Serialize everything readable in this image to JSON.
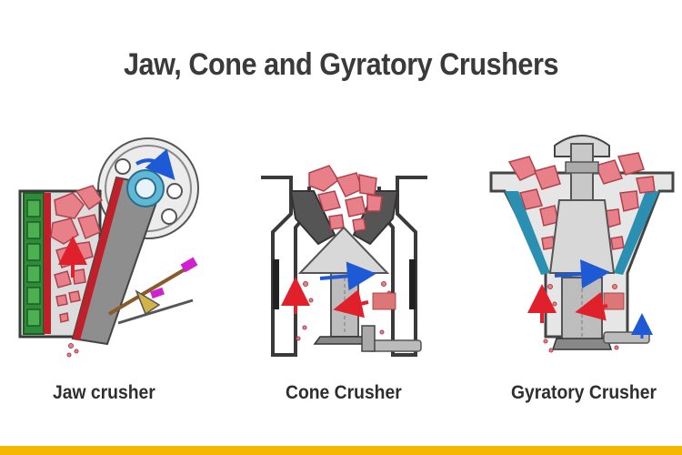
{
  "title": "Jaw, Cone and Gyratory Crushers",
  "captions": {
    "jaw": "Jaw crusher",
    "cone": "Cone Crusher",
    "gyratory": "Gyratory Crusher"
  },
  "colors": {
    "bar": "#f5b800",
    "rock": "#e8808a",
    "rock_dark": "#b0404c",
    "arrow_red": "#e0202a",
    "arrow_blue": "#1f5ad6",
    "frame_dark": "#3a3a3a",
    "steel": "#a9a9a9",
    "steel_light": "#d8d8d8",
    "jaw_green": "#4caf50",
    "jaw_red": "#c0202a",
    "shaft_teal": "#5fb8d8",
    "magenta": "#d020d0"
  }
}
